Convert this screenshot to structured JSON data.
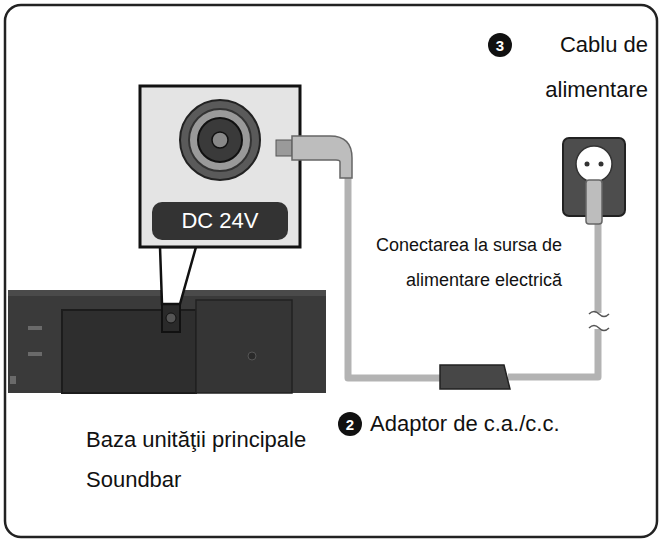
{
  "diagram": {
    "nodes": [
      {
        "text": [
          "DC 24V"
        ]
      }
    ],
    "labels": [
      "3",
      "Cablu de alimentare",
      "Conectarea la sursa de alimentare electrică",
      "2",
      "Adaptor de c.a./c.c.",
      "Baza unităţii principale Soundbar"
    ]
  }
}
